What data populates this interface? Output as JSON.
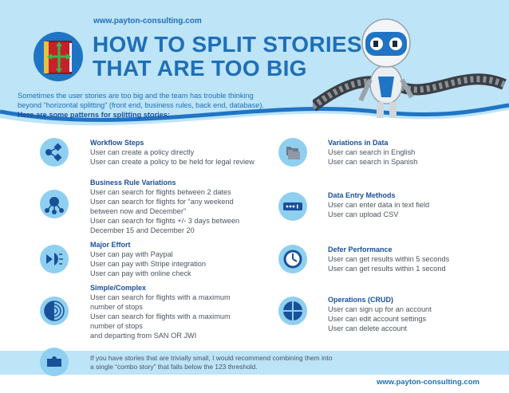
{
  "header": {
    "url": "www.payton-consulting.com",
    "title_line1": "HOW TO SPLIT STORIES",
    "title_line2": "THAT ARE TOO BIG",
    "intro_line1": "Sometimes the user stories are too big and the team has trouble thinking",
    "intro_line2": "beyond “horizontal splitting” (front end, business rules, back end, database).",
    "intro_bold": "Here are some patterns for splitting stories:"
  },
  "sections": [
    {
      "icon": "workflow-icon",
      "title": "Workflow Steps",
      "lines": [
        "User can create a policy directly",
        "User can create a policy to be held for legal review"
      ]
    },
    {
      "icon": "business-rule-icon",
      "title": "Business Rule Variations",
      "lines": [
        "User can search for flights  between 2 dates",
        "User can search for flights for “any weekend",
        "between now and December”",
        "User can search for flights +/- 3 days between",
        "December 15 and December 20"
      ]
    },
    {
      "icon": "major-effort-icon",
      "title": "Major Effort",
      "lines": [
        "User can pay with Paypal",
        "User can pay with Stripe integration",
        "User can pay with online check"
      ]
    },
    {
      "icon": "simple-complex-icon",
      "title": "Simple/Complex",
      "lines": [
        "User can search for flights with a maximum",
        "number of stops",
        "User can search for flights with a maximum",
        "number of stops",
        "and departing from SAN OR JWI"
      ]
    },
    {
      "icon": "folders-icon",
      "title": "Variations in Data",
      "lines": [
        "User can search in English",
        "User can search in Spanish"
      ]
    },
    {
      "icon": "data-entry-icon",
      "title": "Data Entry Methods",
      "lines": [
        "User can enter data in text field",
        "User can upload CSV"
      ]
    },
    {
      "icon": "clock-icon",
      "title": "Defer Performance",
      "lines": [
        "User can get results within 5 seconds",
        "User can get results within 1 second"
      ]
    },
    {
      "icon": "crud-icon",
      "title": "Operations (CRUD)",
      "lines": [
        "User can sign up for an account",
        "User can edit account settings",
        "User can delete account"
      ]
    }
  ],
  "footer": {
    "note_line1": "If you have stories that are trivially small, I would recommend combining them into",
    "note_line2": "a single “combo story” that falls below the 123 threshold.",
    "url": "www.payton-consulting.com",
    "icon": "puzzle-icon"
  },
  "colors": {
    "band": "#bde4f7",
    "title": "#1f6fb8",
    "section_title": "#1a4f9a",
    "icon_circle": "#8fd0f0",
    "book_red": "#c8202a"
  }
}
